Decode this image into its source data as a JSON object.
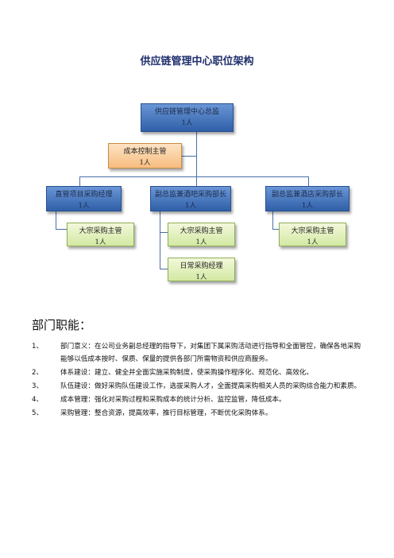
{
  "title": "供应链管理中心职位架构",
  "org": {
    "top": {
      "title": "供应链管理中心总监",
      "count": "1人"
    },
    "cost": {
      "title": "成本控制主管",
      "count": "1人"
    },
    "dept1": {
      "title": "直管项目采购经理",
      "count": "1人"
    },
    "dept2": {
      "title": "副总监兼酒吧采购部长",
      "count": "1人"
    },
    "dept3": {
      "title": "副总监兼酒店采购部长",
      "count": "1人"
    },
    "sub1": {
      "title": "大宗采购主管",
      "count": "1人"
    },
    "sub2a": {
      "title": "大宗采购主管",
      "count": "1人"
    },
    "sub2b": {
      "title": "日常采购经理",
      "count": "1人"
    },
    "sub3": {
      "title": "大宗采购主管",
      "count": "1人"
    },
    "colors": {
      "blue": "#4a7cc4",
      "orange": "#f9cf9f",
      "green": "#e3f0bc",
      "line": "#4a6fa5"
    }
  },
  "section": {
    "heading": "部门职能："
  },
  "duties": [
    {
      "num": "1、",
      "text": "部门意义：在公司业务副总经理的指导下，对集团下属采购活动进行指导和全面管控，确保各地采购能够以低成本按时、保质、保量的提供各部门所需物资和供应商服务。"
    },
    {
      "num": "2、",
      "text": "体系建设：建立、健全并全面实施采购制度，使采购操作程序化、规范化、高效化。"
    },
    {
      "num": "3、",
      "text": "队伍建设：做好采购队伍建设工作，选拔采购人才，全面提高采购相关人员的采购综合能力和素质。"
    },
    {
      "num": "4、",
      "text": "成本管理：强化对采购过程和采购成本的统计分析、监控监管，降低成本。"
    },
    {
      "num": "5、",
      "text": "采购管理：整合资源，提高效率，推行目标管理，不断优化采购体系。"
    }
  ]
}
